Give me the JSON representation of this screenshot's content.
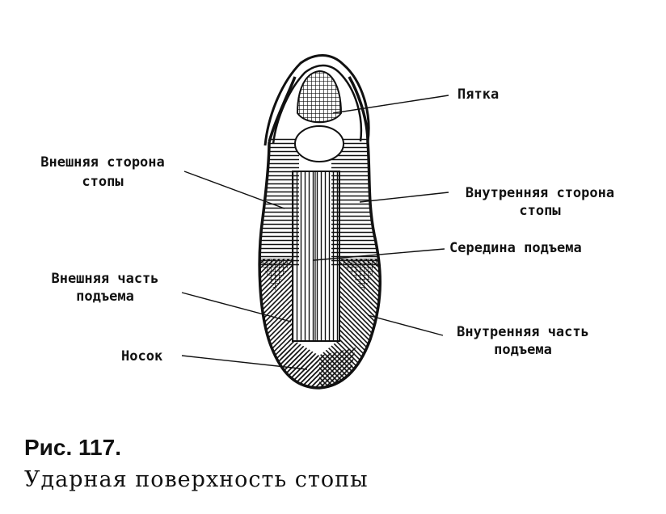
{
  "labels": {
    "heel": "Пятка",
    "outer_side_1": "Внешняя сторона",
    "outer_side_2": "стопы",
    "inner_side_1": "Внутренняя сторона",
    "inner_side_2": "стопы",
    "instep_middle": "Середина подъема",
    "outer_instep_1": "Внешняя часть",
    "outer_instep_2": "подъема",
    "inner_instep_1": "Внутренняя часть",
    "inner_instep_2": "подъема",
    "toe": "Носок"
  },
  "caption": {
    "number": "Рис. 117.",
    "title": "Ударная поверхность стопы"
  }
}
